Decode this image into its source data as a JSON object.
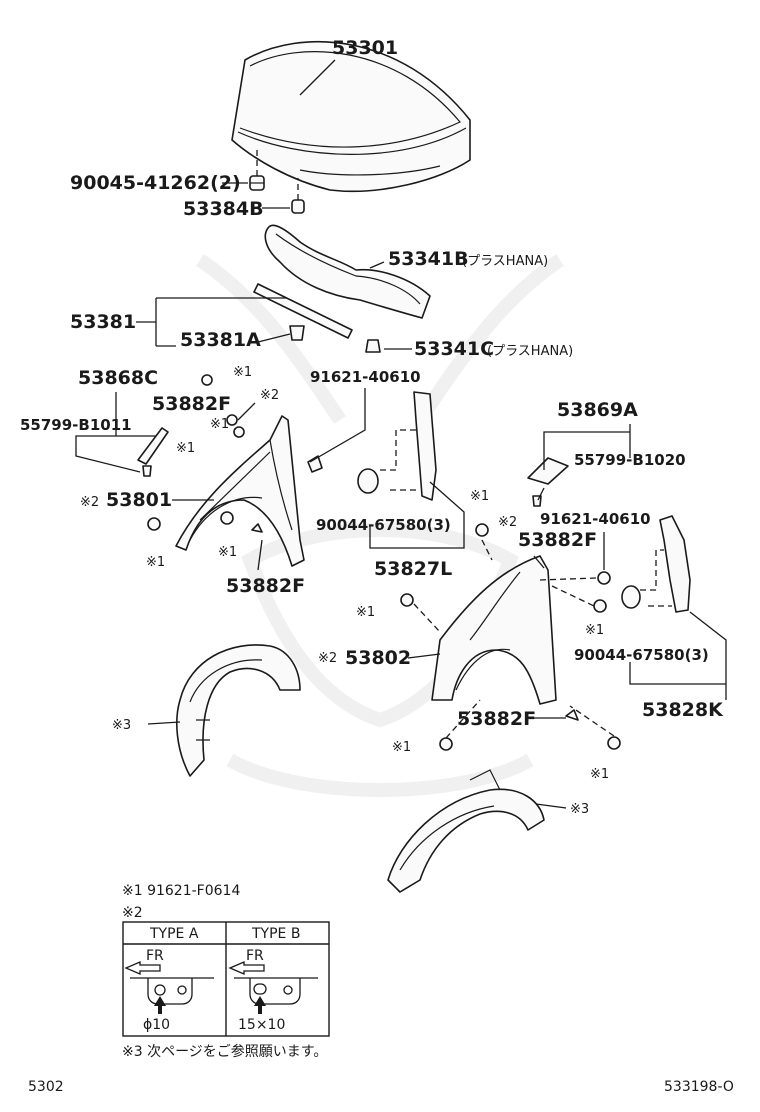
{
  "labels": {
    "p53301": "53301",
    "p90045": "90045-41262(2)",
    "p53384B": "53384B",
    "p53341B": "53341B",
    "p53341B_note": "(プラスHANA)",
    "p53381": "53381",
    "p53381A": "53381A",
    "p53341C": "53341C",
    "p53341C_note": "(プラスHANA)",
    "p53868C": "53868C",
    "p55799B1011": "55799-B1011",
    "p53882F_a": "53882F",
    "p91621_a": "91621-40610",
    "p53801": "53801",
    "p53882F_b": "53882F",
    "p90044_a": "90044-67580(3)",
    "p53827L": "53827L",
    "p53869A": "53869A",
    "p55799B1020": "55799-B1020",
    "p91621_b": "91621-40610",
    "p53882F_c": "53882F",
    "p53802": "53802",
    "p90044_b": "90044-67580(3)",
    "p53828K": "53828K",
    "p53882F_d": "53882F"
  },
  "marks": {
    "m1": "※1",
    "m2": "※2",
    "m3": "※3"
  },
  "notes": {
    "note1": "※1 91621-F0614",
    "note2": "※2",
    "note3": "※3 次ページをご参照願います。"
  },
  "type_table": {
    "type_a": "TYPE A",
    "type_b": "TYPE B",
    "fr": "FR",
    "dim_a": "ϕ10",
    "dim_b": "15×10"
  },
  "footer": {
    "left": "5302",
    "right": "533198-O"
  }
}
